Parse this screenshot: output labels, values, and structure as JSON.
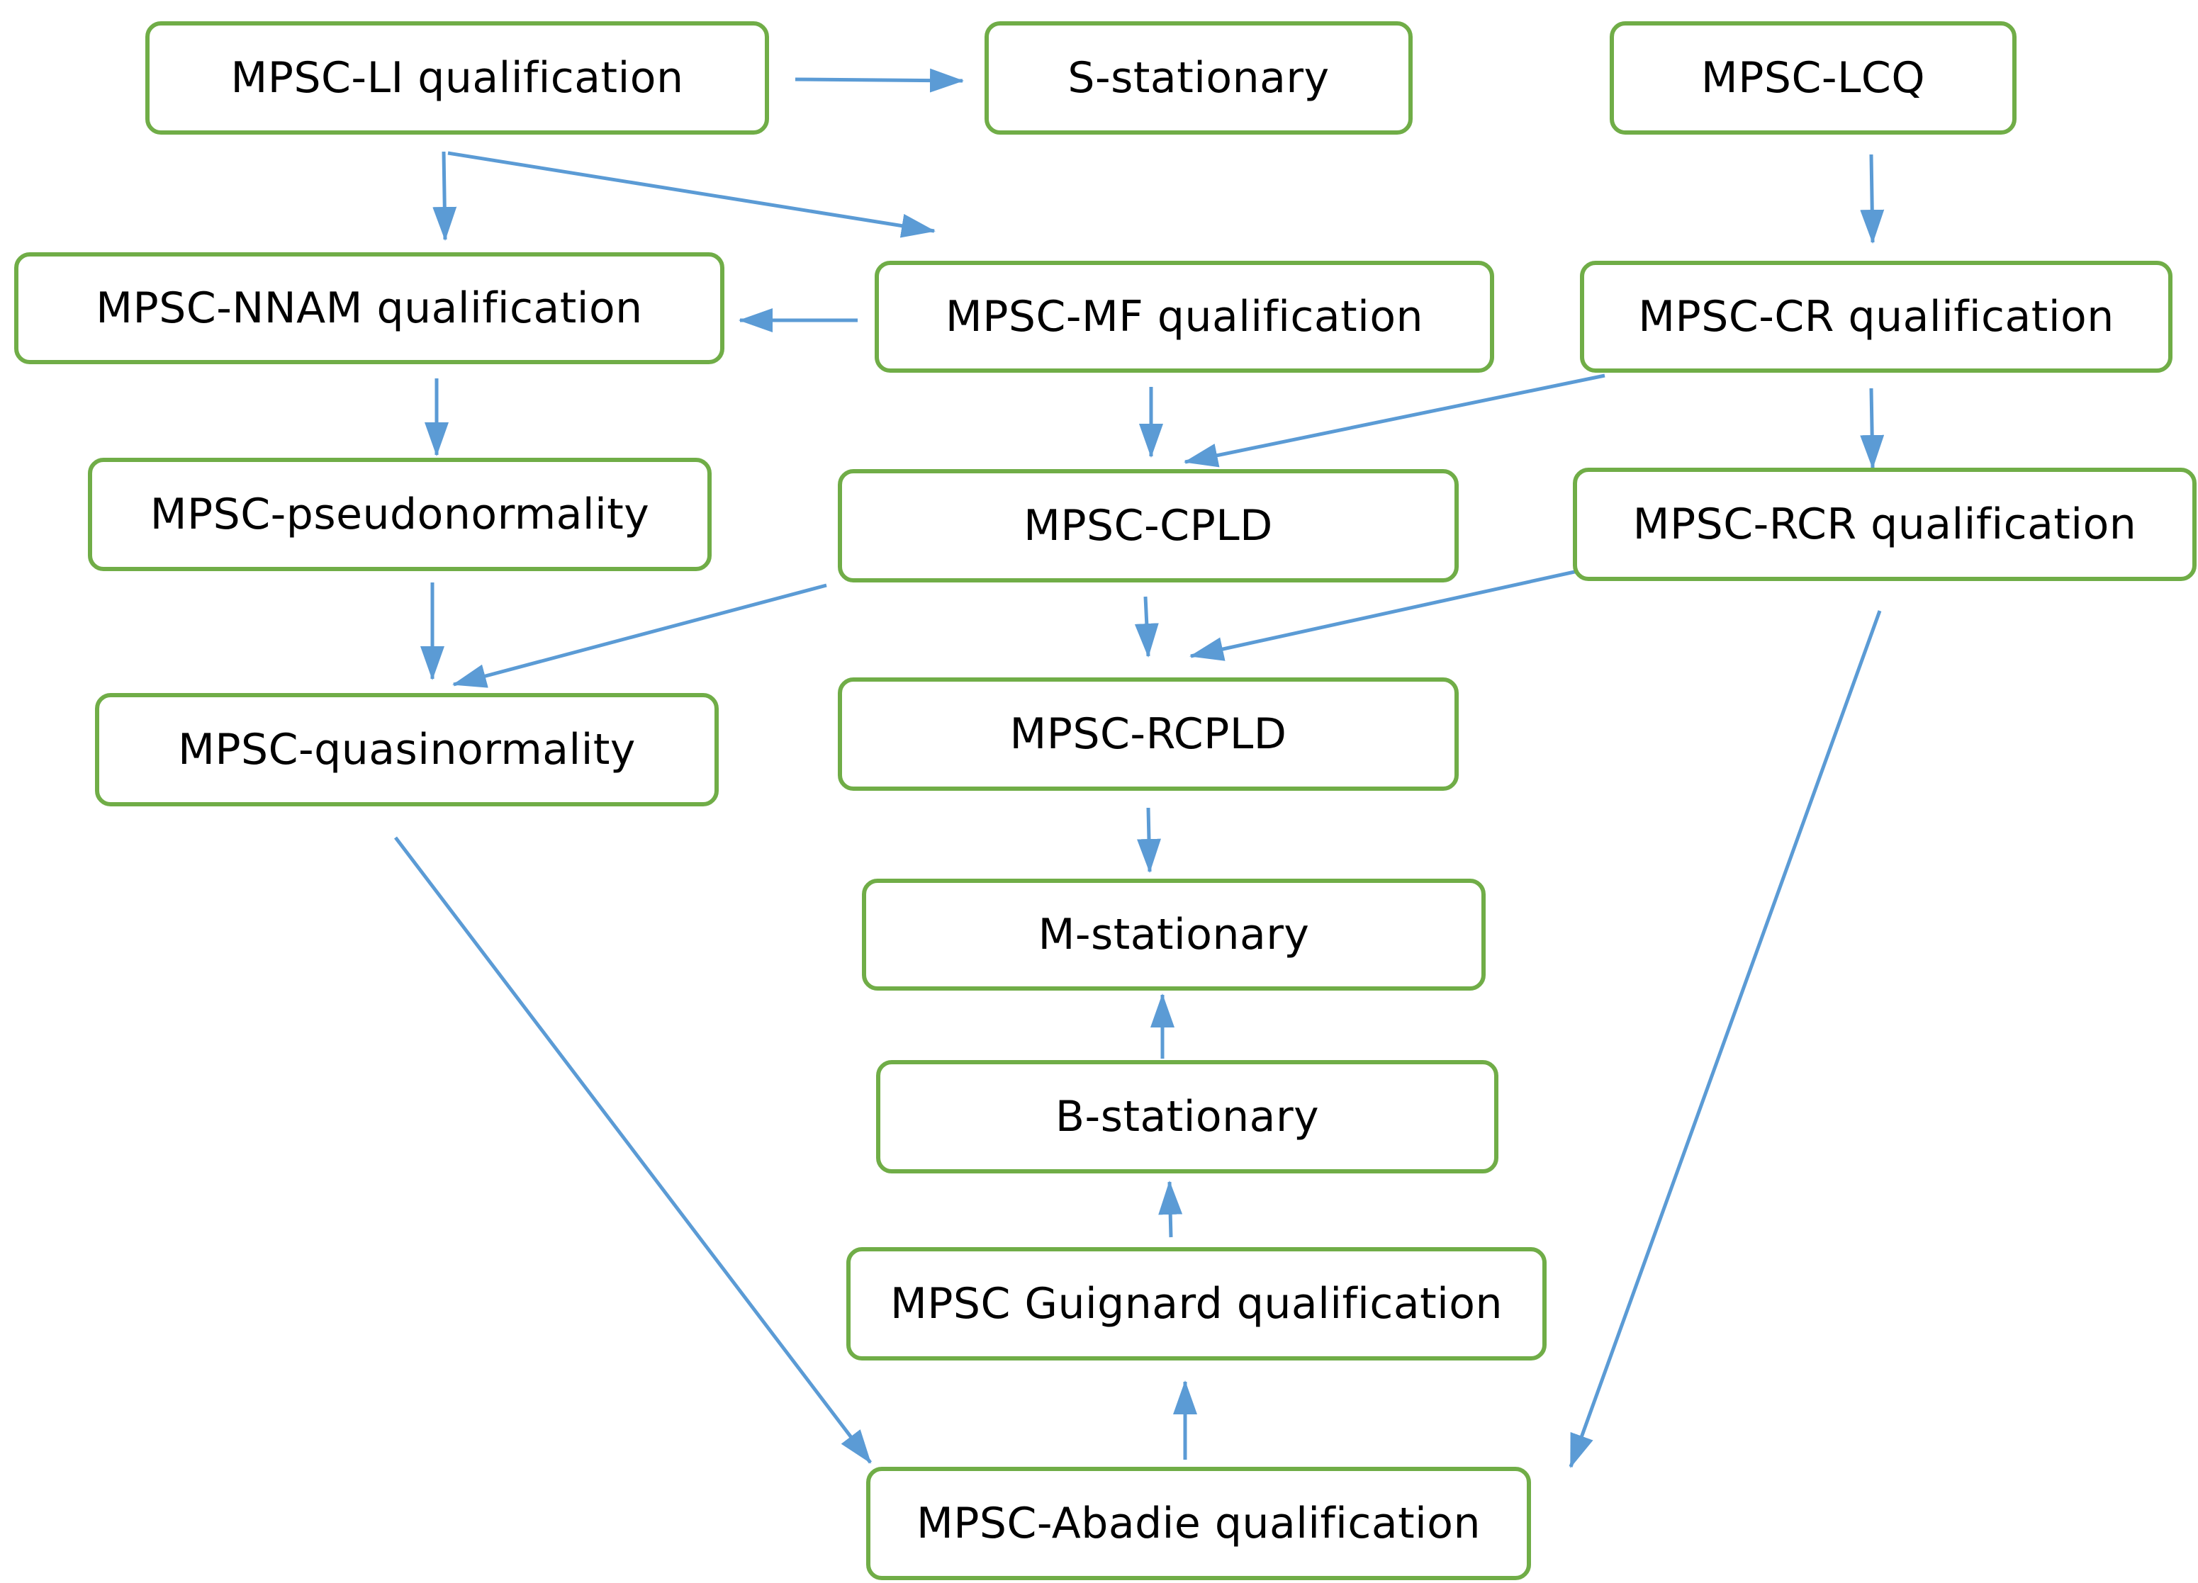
{
  "diagram": {
    "colors": {
      "node_border": "#70ad47",
      "edge": "#5b9bd5",
      "text": "#000000",
      "background": "#ffffff"
    },
    "nodes": {
      "li": "MPSC-LI qualification",
      "sst": "S-stationary",
      "lcq": "MPSC-LCQ",
      "nnam": "MPSC-NNAM qualification",
      "mf": "MPSC-MF qualification",
      "cr": "MPSC-CR qualification",
      "pseudo": "MPSC-pseudonormality",
      "cpld": "MPSC-CPLD",
      "rcr": "MPSC-RCR qualification",
      "quasi": "MPSC-quasinormality",
      "rcpld": "MPSC-RCPLD",
      "mst": "M-stationary",
      "bst": "B-stationary",
      "guig": "MPSC Guignard qualification",
      "abad": "MPSC-Abadie qualification"
    },
    "edges": [
      {
        "from": "li",
        "to": "sst"
      },
      {
        "from": "li",
        "to": "nnam"
      },
      {
        "from": "li",
        "to": "mf"
      },
      {
        "from": "lcq",
        "to": "cr"
      },
      {
        "from": "mf",
        "to": "nnam"
      },
      {
        "from": "mf",
        "to": "cpld"
      },
      {
        "from": "cr",
        "to": "cpld"
      },
      {
        "from": "cr",
        "to": "rcr"
      },
      {
        "from": "nnam",
        "to": "pseudo"
      },
      {
        "from": "pseudo",
        "to": "quasi"
      },
      {
        "from": "cpld",
        "to": "quasi"
      },
      {
        "from": "cpld",
        "to": "rcpld"
      },
      {
        "from": "rcr",
        "to": "rcpld"
      },
      {
        "from": "rcr",
        "to": "abad"
      },
      {
        "from": "rcpld",
        "to": "mst"
      },
      {
        "from": "quasi",
        "to": "abad"
      },
      {
        "from": "abad",
        "to": "guig"
      },
      {
        "from": "guig",
        "to": "bst"
      },
      {
        "from": "bst",
        "to": "mst"
      }
    ]
  }
}
